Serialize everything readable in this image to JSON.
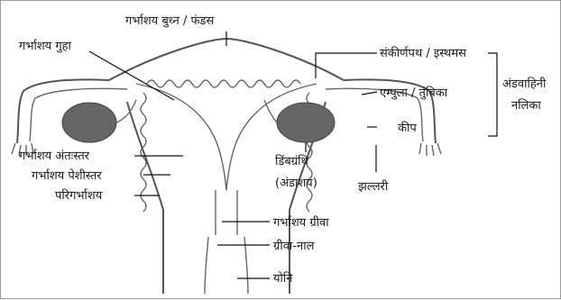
{
  "labels": {
    "fundus": "गर्भाशय बुध्न / फंडस",
    "cavity": "गर्भाशय गुहा",
    "isthmus": "संकीर्णपथ / इस्थमस",
    "ampulla": "एम्पुला / तुंबिका",
    "infundibulum": "कीप",
    "fimbriae": "झल्लरी",
    "oviduct": "अंडवाहिनी नलिका",
    "oviduct_line1": "अंडवाहिनी",
    "oviduct_line2": "नलिका",
    "ovary_line1": "डिंबग्रंथि",
    "ovary_line2": "(अंडाशय)",
    "endometrium": "गर्भाशय अंतःस्तर",
    "myometrium": "गर्भाशय पेशीस्तर",
    "perimetrium": "परिगर्भाशय",
    "cervix": "गर्भाशय ग्रीवा",
    "cervical_canal": "ग्रीवा-नाल",
    "vagina": "योनि"
  }
}
